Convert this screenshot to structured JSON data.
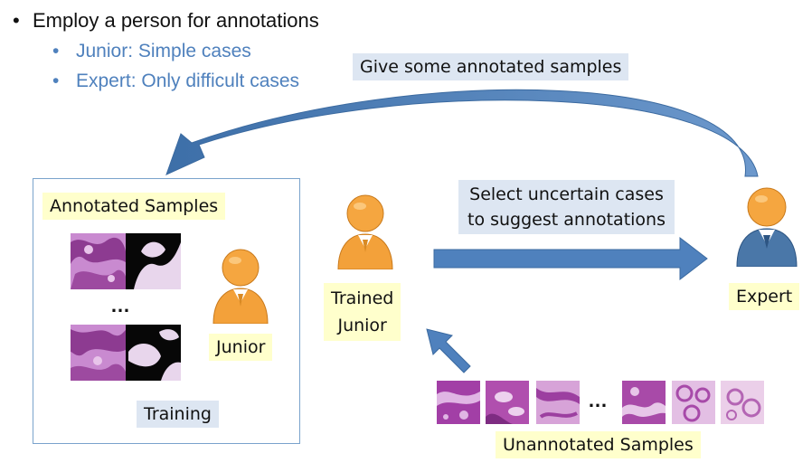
{
  "bullets": {
    "main": "Employ a person for annotations",
    "subs": [
      "Junior: Simple cases",
      "Expert: Only difficult cases"
    ]
  },
  "labels": {
    "give_samples": "Give some annotated samples",
    "annotated_samples": "Annotated Samples",
    "ellipsis_left": "…",
    "junior": "Junior",
    "training": "Training",
    "trained_junior_line1": "Trained",
    "trained_junior_line2": "Junior",
    "select_line1": "Select uncertain cases",
    "select_line2": "to suggest annotations",
    "expert": "Expert",
    "unannotated_samples": "Unannotated Samples",
    "ellipsis_bottom": "…"
  },
  "colors": {
    "arrow_blue": "#4f81bd",
    "person_orange": "#f3a13a",
    "expert_blue": "#4a77a8",
    "tissue_purple": "#b45bb3",
    "label_yellow": "#ffffcc",
    "label_blue": "#dde6f2"
  }
}
